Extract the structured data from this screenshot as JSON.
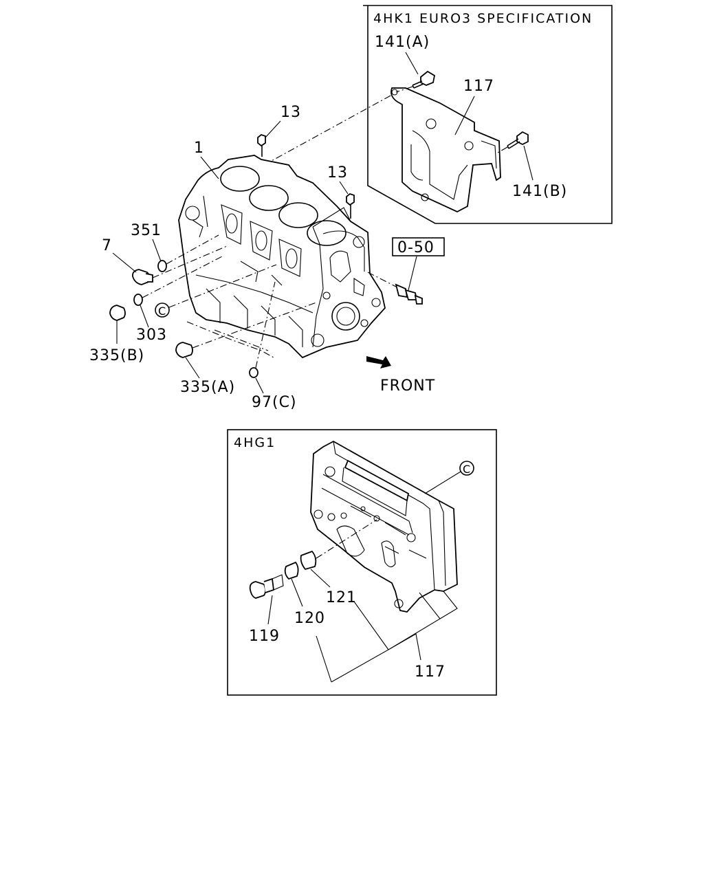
{
  "boxes": {
    "euro3_title": "4HK1 EURO3 SPECIFICATION",
    "hg1_title": "4HG1"
  },
  "section_ref": "0-50",
  "front_label": "FRONT",
  "callouts": {
    "c1": "1",
    "c13_a": "13",
    "c13_b": "13",
    "c7": "7",
    "c351": "351",
    "c303": "303",
    "c335b": "335(B)",
    "c335a": "335(A)",
    "c97c": "97(C)",
    "c141a": "141(A)",
    "c141b": "141(B)",
    "c117_top": "117",
    "c117_bottom": "117",
    "c119": "119",
    "c120": "120",
    "c121": "121",
    "circle_c_main": "C",
    "circle_c_detail": "C"
  }
}
